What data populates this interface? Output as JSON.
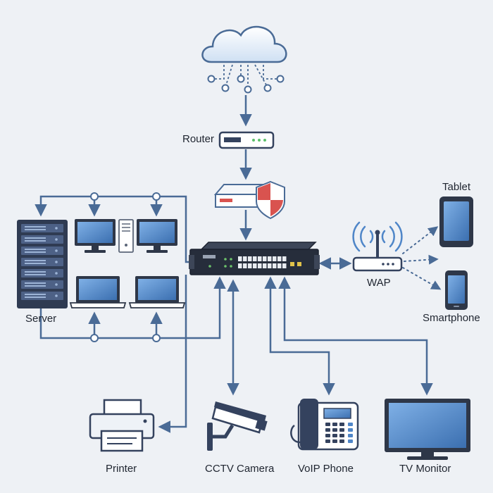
{
  "labels": {
    "router": "Router",
    "wap": "WAP",
    "tablet": "Tablet",
    "smartphone": "Smartphone",
    "server": "Server",
    "printer": "Printer",
    "cctv": "CCTV Camera",
    "voip": "VoIP Phone",
    "tv": "TV Monitor"
  },
  "icons": [
    "cloud-icon",
    "router-icon",
    "firewall-icon",
    "switch-icon",
    "wap-icon",
    "tablet-icon",
    "smartphone-icon",
    "server-icon",
    "desktop-icon",
    "laptop-icon",
    "printer-icon",
    "cctv-camera-icon",
    "voip-phone-icon",
    "tv-monitor-icon"
  ],
  "colors": {
    "background": "#eef1f5",
    "line": "#4a6b96",
    "connector": "#6d8fc0",
    "device_dark": "#34425e",
    "screen": "#4f86c8",
    "firewall_red": "#d9534f"
  }
}
